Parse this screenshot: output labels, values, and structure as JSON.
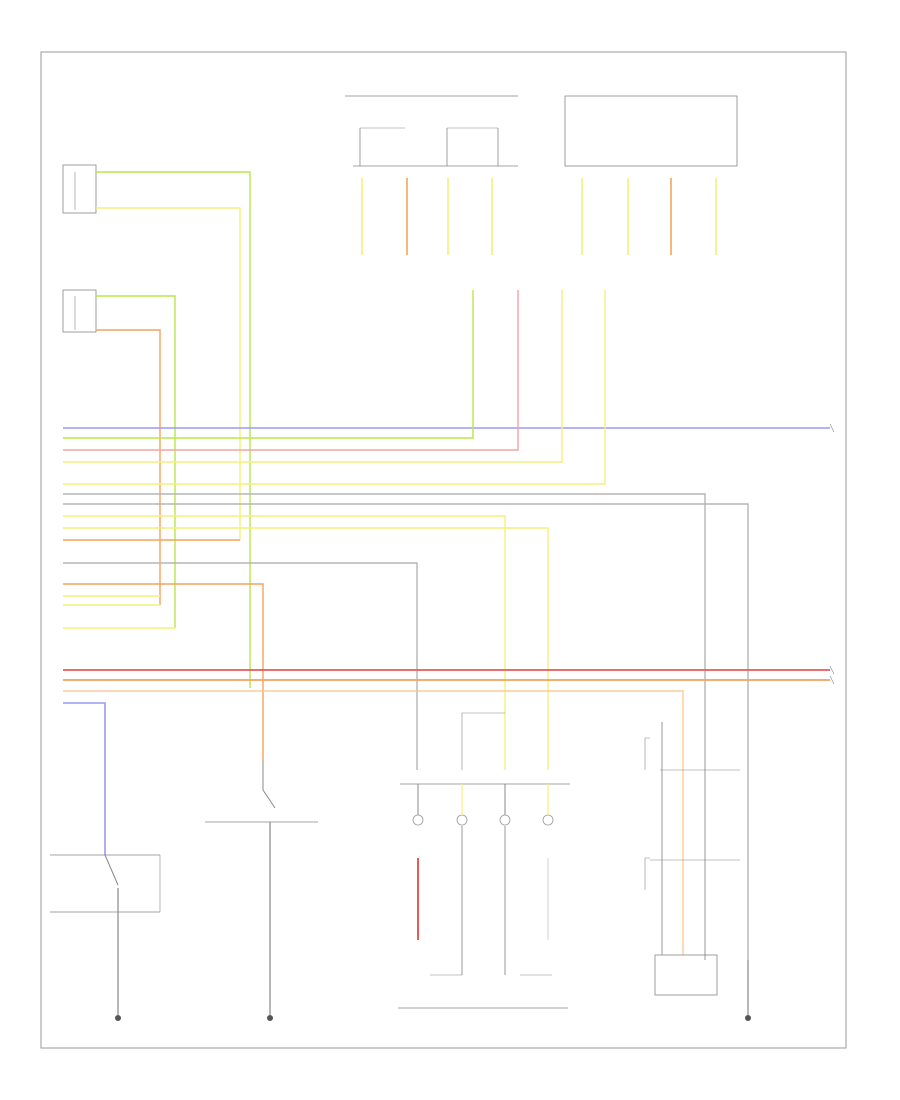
{
  "diagram": {
    "footer_code": "",
    "components": [
      {
        "id": "srs-unit-left-top",
        "label": ""
      },
      {
        "id": "srs-unit-right-top",
        "label": ""
      },
      {
        "id": "left-front-side-airbag",
        "label": ""
      },
      {
        "id": "right-front-side-airbag",
        "label": ""
      },
      {
        "id": "left-front-seat-belt-buckle-switch",
        "label": ""
      },
      {
        "id": "right-front-seat-belt-buckle-switch",
        "label": ""
      },
      {
        "id": "occupant-position-detection-sensor",
        "label": ""
      },
      {
        "id": "driver-seat-position-sensor",
        "label": ""
      },
      {
        "id": "front-passenger-weight-sensor",
        "label": ""
      },
      {
        "id": "ground-lf",
        "label": ""
      },
      {
        "id": "ground-lh",
        "label": ""
      },
      {
        "id": "ground-rf",
        "label": ""
      }
    ],
    "wire_colors": {
      "blue": "#9a9af5",
      "green": "#b7e84a",
      "yellow": "#f4f07a",
      "pink": "#f2a3a3",
      "orange": "#f5a35b",
      "gray": "#b5b5b5",
      "black": "#6a6a6a",
      "red": "#e85a5a",
      "tan": "#f7c48a"
    }
  }
}
